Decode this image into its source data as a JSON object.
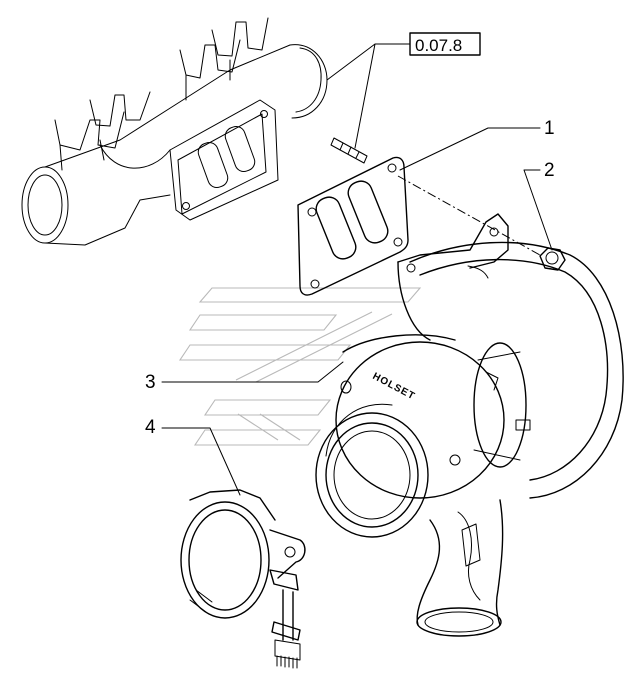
{
  "reference_box": {
    "label": "0.07.8"
  },
  "callouts": [
    {
      "number": "1"
    },
    {
      "number": "2"
    },
    {
      "number": "3"
    },
    {
      "number": "4"
    }
  ],
  "turbo_brand": "HOLSET"
}
